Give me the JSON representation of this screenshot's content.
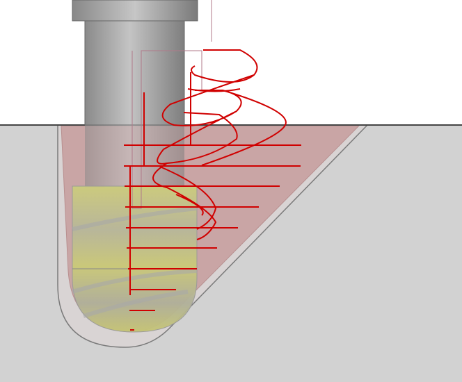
{
  "viewport": {
    "colors": {
      "background": "#ffffff",
      "stock": "#d2d2d2",
      "cut_region": "#c9a5a5",
      "tool_shank": "#a8a8a8",
      "tool_flute": "#c8c878",
      "toolpath": "#d00000",
      "surface_line": "#444444"
    },
    "icons": [
      "ball-end-mill-tool",
      "helical-toolpath",
      "stock-material"
    ]
  }
}
